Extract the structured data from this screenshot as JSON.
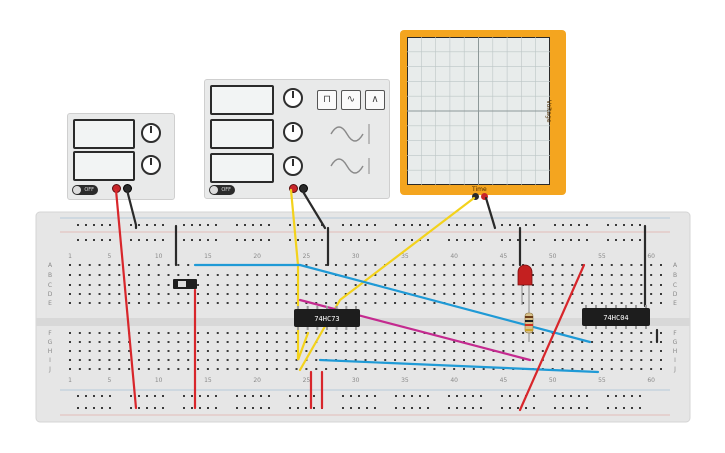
{
  "chips": {
    "left": "74HC73",
    "right": "74HC04"
  },
  "oscilloscope": {
    "side_label": "Voltage",
    "bottom_label": "Time"
  },
  "breadboard": {
    "column_numbers": [
      "1",
      "5",
      "10",
      "15",
      "20",
      "25",
      "30",
      "35",
      "40",
      "45",
      "50",
      "55",
      "60"
    ],
    "row_letters_top": [
      "A",
      "B",
      "C",
      "D",
      "E"
    ],
    "row_letters_bottom": [
      "F",
      "G",
      "H",
      "I",
      "J"
    ]
  },
  "power_supply": {
    "off_label": "OFF"
  },
  "function_generator": {
    "off_label": "OFF",
    "waveforms": [
      "square",
      "sine",
      "triangle"
    ]
  },
  "colors": {
    "board": "#e6e6e6",
    "scope_frame": "#f4a51f",
    "wire_red": "#d8262b",
    "wire_blue": "#1f9ad6",
    "wire_yellow": "#f3d21c",
    "wire_magenta": "#c42a8f",
    "wire_black": "#2a2a2a"
  }
}
